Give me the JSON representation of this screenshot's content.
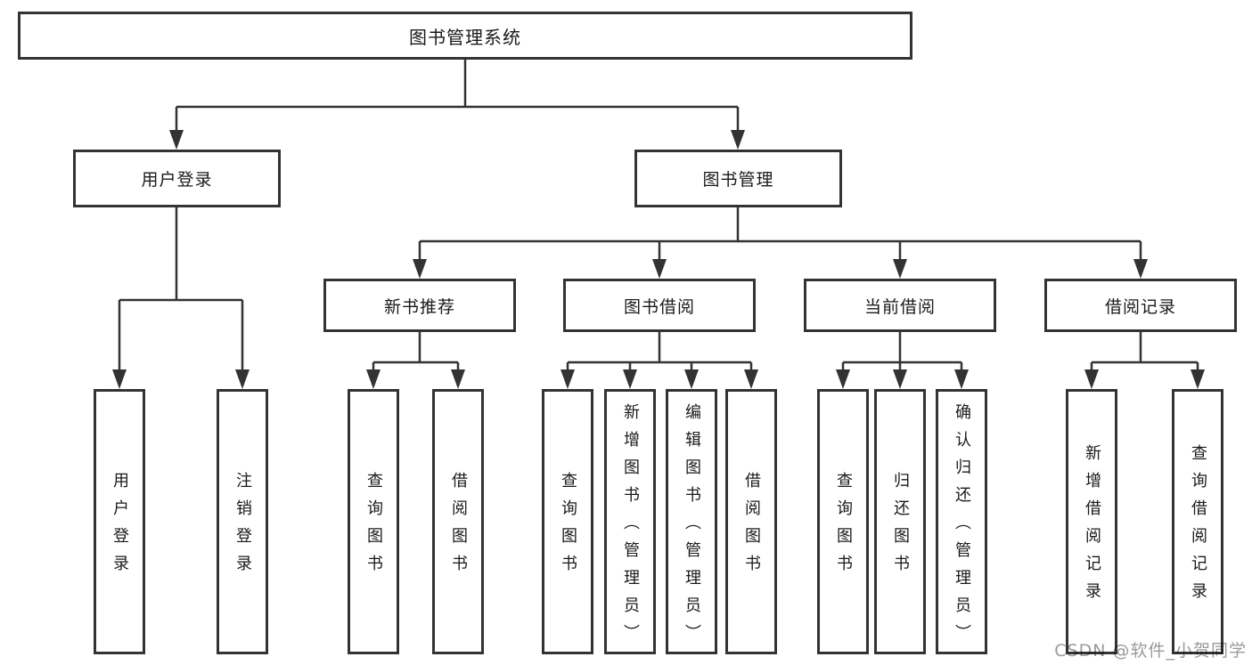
{
  "diagram_title": "图书管理系统",
  "watermark": "CSDN @软件_小贺同学",
  "colors": {
    "line": "#333333",
    "box_border": "#333333",
    "box_background": "#ffffff",
    "text": "#1a1a1a",
    "watermark": "#9a9a9a",
    "page_background": "#ffffff"
  },
  "nodes": {
    "root": "图书管理系统",
    "level2": {
      "user_login": "用户登录",
      "book_mgmt": "图书管理"
    },
    "level3": {
      "new_book_rec": "新书推荐",
      "book_borrow": "图书借阅",
      "current_borrow": "当前借阅",
      "borrow_record": "借阅记录"
    },
    "leaves": {
      "user_login": "用户登录",
      "logout": "注销登录",
      "query_book_rec": "查询图书",
      "borrow_book_rec": "借阅图书",
      "query_book_borrow": "查询图书",
      "add_book_admin": "新增图书（管理员）",
      "edit_book_admin": "编辑图书（管理员）",
      "borrow_book_borrow": "借阅图书",
      "query_book_current": "查询图书",
      "return_book": "归还图书",
      "confirm_return_admin": "确认归还（管理员）",
      "add_borrow_record": "新增借阅记录",
      "query_borrow_record": "查询借阅记录"
    }
  }
}
